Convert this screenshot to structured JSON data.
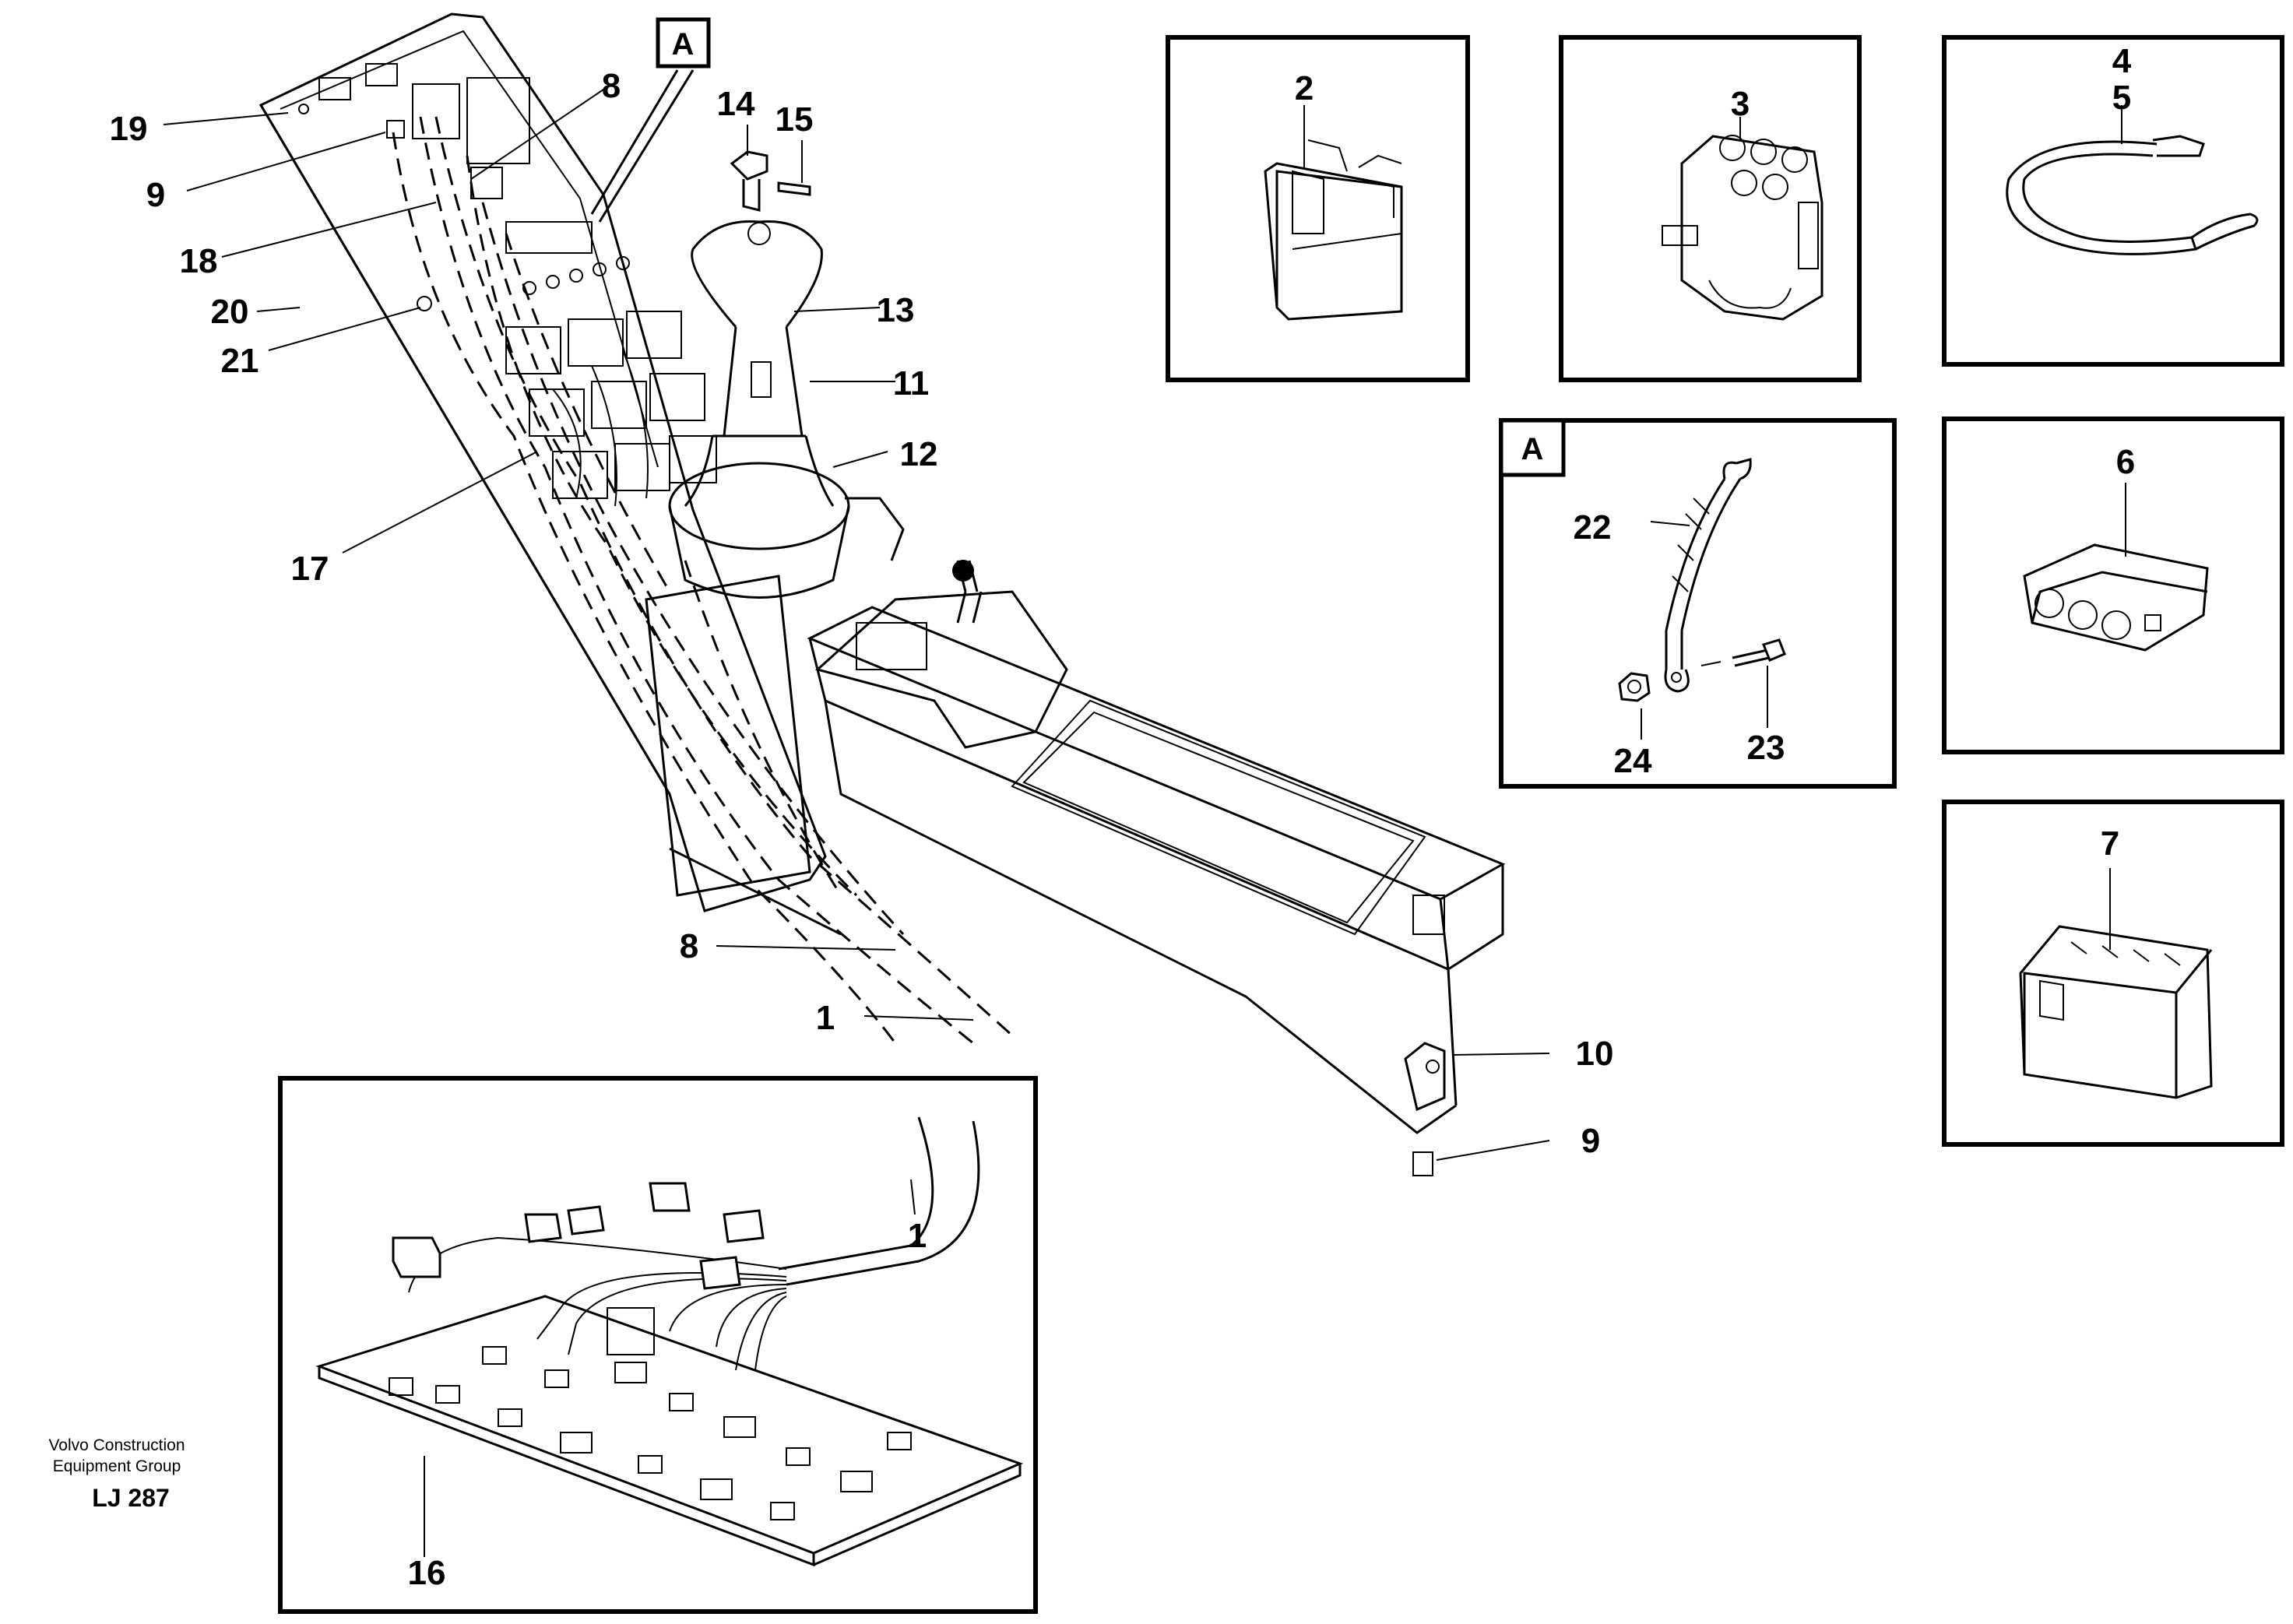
{
  "callouts": {
    "main": "A",
    "detail": "A"
  },
  "labels": {
    "n1_top": "1",
    "n1_inset": "1",
    "n2": "2",
    "n3": "3",
    "n4": "4",
    "n5": "5",
    "n6": "6",
    "n7": "7",
    "n8_top": "8",
    "n8_bottom": "8",
    "n9_top": "9",
    "n9_bottom": "9",
    "n10": "10",
    "n11": "11",
    "n12": "12",
    "n13": "13",
    "n14": "14",
    "n15": "15",
    "n16": "16",
    "n17": "17",
    "n18": "18",
    "n19": "19",
    "n20": "20",
    "n21": "21",
    "n22": "22",
    "n23": "23",
    "n24": "24"
  },
  "credit": {
    "line1": "Volvo Construction",
    "line2": "Equipment Group",
    "code": "LJ 287"
  }
}
